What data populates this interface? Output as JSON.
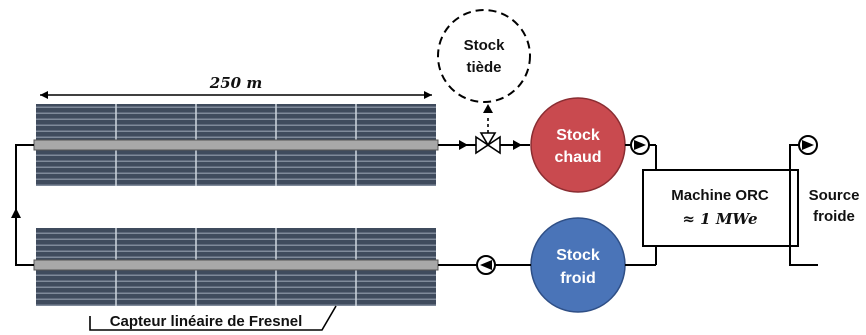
{
  "dimension": {
    "length_label": "250 m"
  },
  "stock_tiede": {
    "line1": "Stock",
    "line2": "tiède"
  },
  "stock_chaud": {
    "line1": "Stock",
    "line2": "chaud",
    "color": "#c94a4f"
  },
  "stock_froid": {
    "line1": "Stock",
    "line2": "froid",
    "color": "#4a74b8"
  },
  "orc": {
    "line1": "Machine ORC",
    "line2": "≈ 1 MWe"
  },
  "source": {
    "line1": "Source",
    "line2": "froide"
  },
  "collector": {
    "caption": "Capteur linéaire de Fresnel",
    "panel_color": "#3f4b5d",
    "tube_color": "#a8a8a8"
  }
}
